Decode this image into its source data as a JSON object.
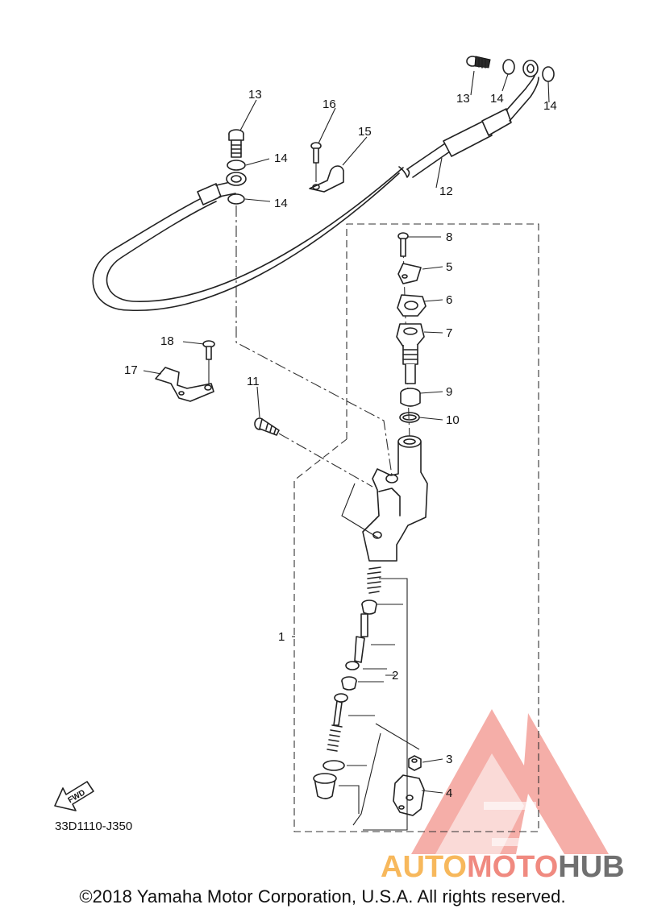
{
  "labels": {
    "p1": "1",
    "p2": "2",
    "p3": "3",
    "p4": "4",
    "p5": "5",
    "p6": "6",
    "p7": "7",
    "p8": "8",
    "p9": "9",
    "p10": "10",
    "p11": "11",
    "p12": "12",
    "p13a": "13",
    "p13b": "13",
    "p14a": "14",
    "p14b": "14",
    "p14c": "14",
    "p14d": "14",
    "p15": "15",
    "p16": "16",
    "p17": "17",
    "p18": "18"
  },
  "fwd_label": "FWD",
  "diagram_ref": "33D1110-J350",
  "copyright": "©2018 Yamaha Motor Corporation, U.S.A. All rights reserved.",
  "watermark": {
    "brand_part1": "AUTO",
    "brand_part2": "MOTO",
    "brand_part3": "HUB",
    "colors": {
      "auto": "#f7b85c",
      "moto": "#f08a80",
      "hub": "#707070",
      "logo": "#f08b86"
    }
  }
}
